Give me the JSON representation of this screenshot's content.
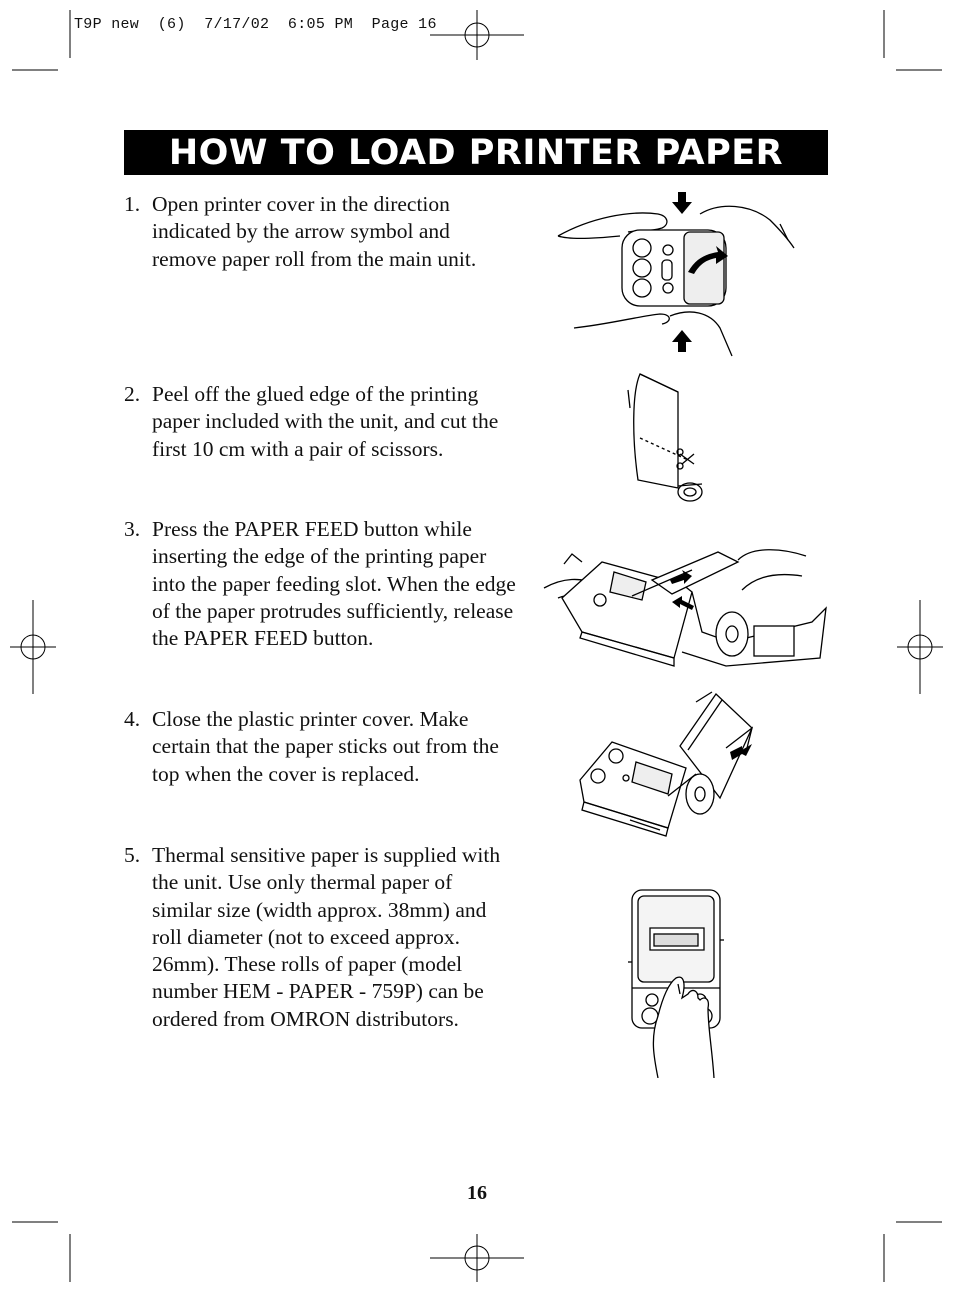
{
  "slug": "T9P new  (6)  7/17/02  6:05 PM  Page 16",
  "title": "HOW TO LOAD PRINTER PAPER",
  "steps": [
    {
      "number": "1.",
      "text": "Open printer cover in the direction indicated by the arrow symbol and remove paper roll from the main unit."
    },
    {
      "number": "2.",
      "text": "Peel off the glued edge of the printing paper included with the unit, and cut the first 10 cm with a pair of scissors."
    },
    {
      "number": "3.",
      "text": "Press the PAPER FEED button while inserting the edge of the printing paper into the paper feeding slot. When the edge of the paper protrudes sufficiently, release the PAPER FEED button."
    },
    {
      "number": "4.",
      "text": "Close the plastic printer cover. Make certain that the paper sticks out from the top when the cover is replaced."
    },
    {
      "number": "5.",
      "text": "Thermal sensitive paper is supplied with the unit. Use only thermal paper of similar size (width approx. 38mm) and roll diameter (not to exceed approx. 26mm). These rolls of paper (model number HEM - PAPER - 759P) can be ordered from OMRON distributors."
    }
  ],
  "page_number": "16"
}
